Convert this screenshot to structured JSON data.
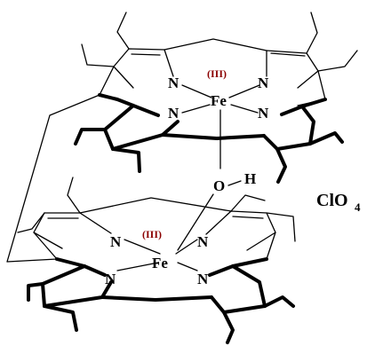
{
  "colors": {
    "ink": "#000000",
    "oxidation_state": "#8b0000",
    "background": "#ffffff"
  },
  "top_porphyrin": {
    "metal": "Fe",
    "oxidation_state": "(III)",
    "n_labels": [
      "N",
      "N",
      "N",
      "N"
    ]
  },
  "bridge": {
    "oxygen": "O",
    "hydrogen": "H"
  },
  "bottom_porphyrin": {
    "metal": "Fe",
    "oxidation_state": "(III)",
    "n_labels": [
      "N",
      "N",
      "N",
      "N"
    ]
  },
  "counter_ion": {
    "base": "ClO",
    "subscript": "4"
  }
}
